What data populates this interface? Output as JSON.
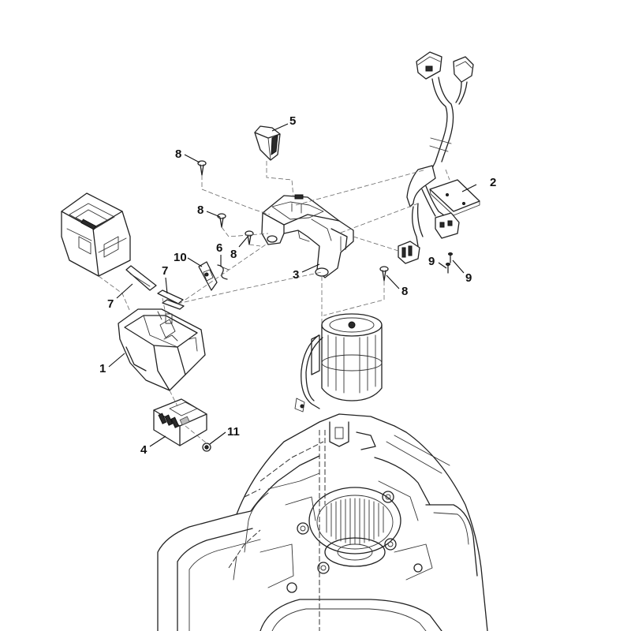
{
  "callouts": [
    {
      "id": "c1",
      "text": "1"
    },
    {
      "id": "c2",
      "text": "2"
    },
    {
      "id": "c3",
      "text": "3"
    },
    {
      "id": "c4",
      "text": "4"
    },
    {
      "id": "c5",
      "text": "5"
    },
    {
      "id": "c6",
      "text": "6"
    },
    {
      "id": "c7a",
      "text": "7"
    },
    {
      "id": "c7b",
      "text": "7"
    },
    {
      "id": "c8a",
      "text": "8"
    },
    {
      "id": "c8b",
      "text": "8"
    },
    {
      "id": "c8c",
      "text": "8"
    },
    {
      "id": "c8d",
      "text": "8"
    },
    {
      "id": "c9a",
      "text": "9"
    },
    {
      "id": "c9b",
      "text": "9"
    },
    {
      "id": "c10",
      "text": "10"
    },
    {
      "id": "c11",
      "text": "11"
    }
  ]
}
